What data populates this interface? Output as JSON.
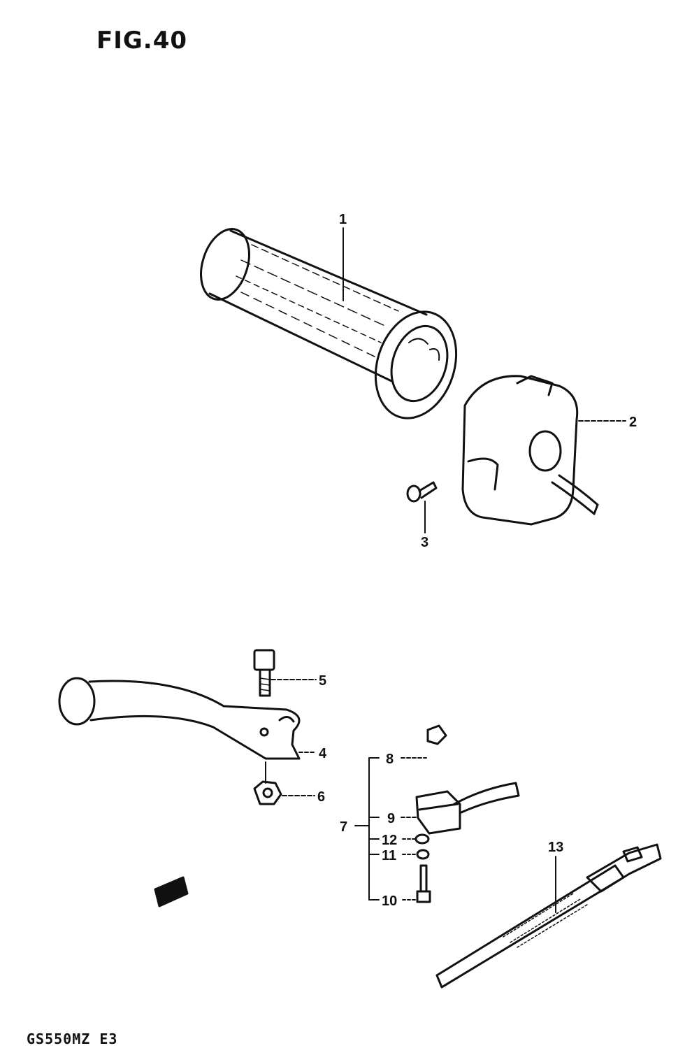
{
  "title": "FIG.40",
  "footer": "GS550MZ  E3",
  "callouts": {
    "c1": "1",
    "c2": "2",
    "c3": "3",
    "c4": "4",
    "c5": "5",
    "c6": "6",
    "c7": "7",
    "c8": "8",
    "c9": "9",
    "c10": "10",
    "c11": "11",
    "c12": "12",
    "c13": "13"
  }
}
